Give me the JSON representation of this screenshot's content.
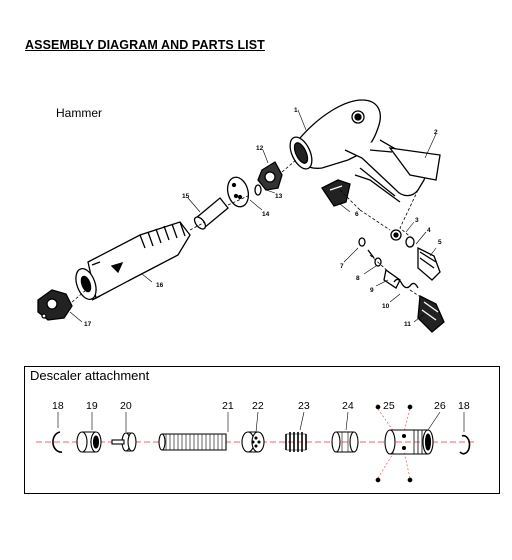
{
  "header": {
    "title": "ASSEMBLY DIAGRAM AND PARTS LIST"
  },
  "hammer": {
    "label": "Hammer",
    "callouts": [
      "1",
      "2",
      "3",
      "4",
      "5",
      "6",
      "7",
      "8",
      "9",
      "10",
      "11",
      "12",
      "13",
      "14",
      "15",
      "16",
      "17"
    ]
  },
  "descaler": {
    "title": "Descaler attachment",
    "callouts": [
      "18",
      "19",
      "20",
      "21",
      "22",
      "23",
      "24",
      "25",
      "26",
      "18"
    ]
  }
}
